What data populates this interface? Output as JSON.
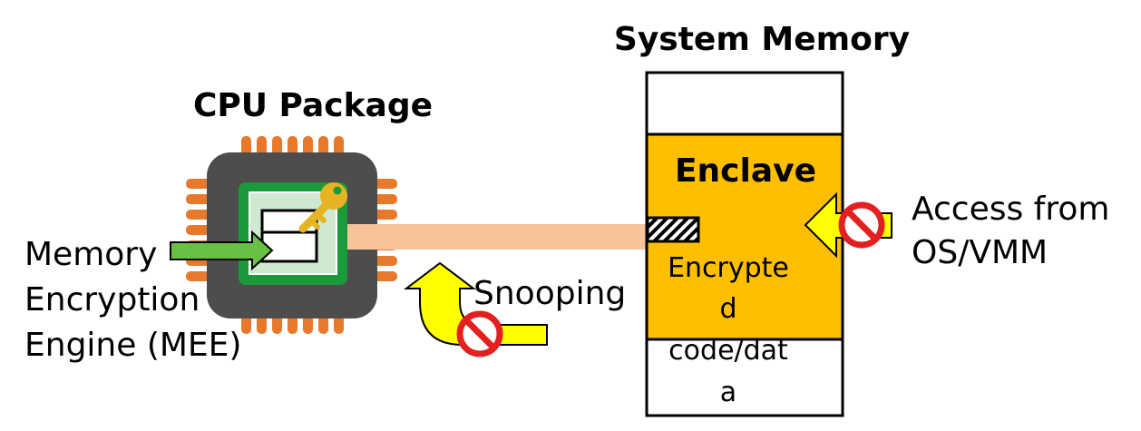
{
  "cpu": {
    "title": "CPU Package",
    "mee_label": [
      "Memory",
      "Encryption",
      "Engine (MEE)"
    ]
  },
  "memory": {
    "title": "System Memory",
    "enclave_label": "Enclave",
    "encrypted_label": [
      "Encrypte",
      "d",
      "code/dat",
      "a"
    ]
  },
  "labels": {
    "snooping": "Snooping",
    "access": [
      "Access from",
      "OS/VMM"
    ]
  },
  "icons": {
    "key": "key-icon",
    "prohibited": "prohibited-icon",
    "hatched_block": "hatched-block-icon"
  },
  "colors": {
    "chip_body": "#4d4d4d",
    "pins": "#e8792a",
    "die_green": "#1a9a3a",
    "die_inner": "#cfe8cf",
    "bus": "#f8c39b",
    "enclave": "#fdbf00",
    "arrow_yellow": "#ffff00",
    "arrow_green": "#6abf45",
    "prohibit_red": "#e32020",
    "key_gold": "#e6b422"
  }
}
